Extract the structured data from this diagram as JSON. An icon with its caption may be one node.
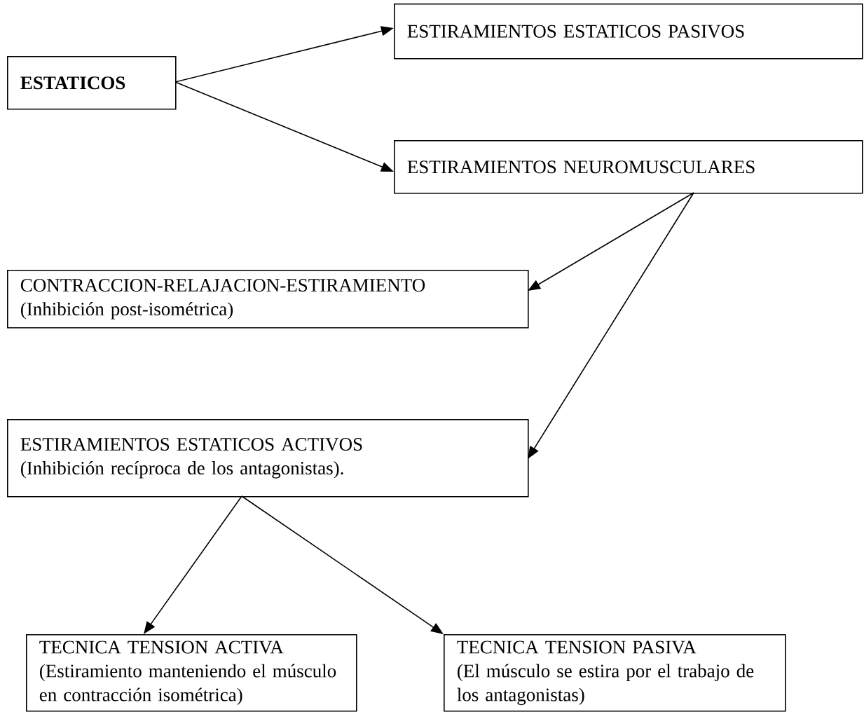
{
  "diagram": {
    "nodes": [
      {
        "text": [
          "ESTATICOS"
        ]
      },
      {
        "text": [
          "ESTIRAMIENTOS ESTATICOS PASIVOS"
        ]
      },
      {
        "text": [
          "ESTIRAMIENTOS NEUROMUSCULARES"
        ]
      },
      {
        "text": [
          "CONTRACCION-RELAJACION-ESTIRAMIENTO",
          "(Inhibición post-isométrica)"
        ]
      },
      {
        "text": [
          "ESTIRAMIENTOS ESTATICOS ACTIVOS",
          "(Inhibición recíproca de los antagonistas)."
        ]
      },
      {
        "text": [
          "TECNICA TENSION ACTIVA",
          "(Estiramiento manteniendo el músculo en contracción isométrica)"
        ]
      },
      {
        "text": [
          "TECNICA TENSION PASIVA",
          "(El músculo se estira por el trabajo de los antagonistas)"
        ]
      }
    ],
    "edges": [
      {
        "from": 0,
        "to": 1,
        "arrow": "to"
      },
      {
        "from": 0,
        "to": 2,
        "arrow": "to"
      },
      {
        "from": 2,
        "to": 3,
        "arrow": "to"
      },
      {
        "from": 2,
        "to": 4,
        "arrow": "to"
      },
      {
        "from": 4,
        "to": 5,
        "arrow": "to"
      },
      {
        "from": 4,
        "to": 6,
        "arrow": "to"
      }
    ]
  }
}
